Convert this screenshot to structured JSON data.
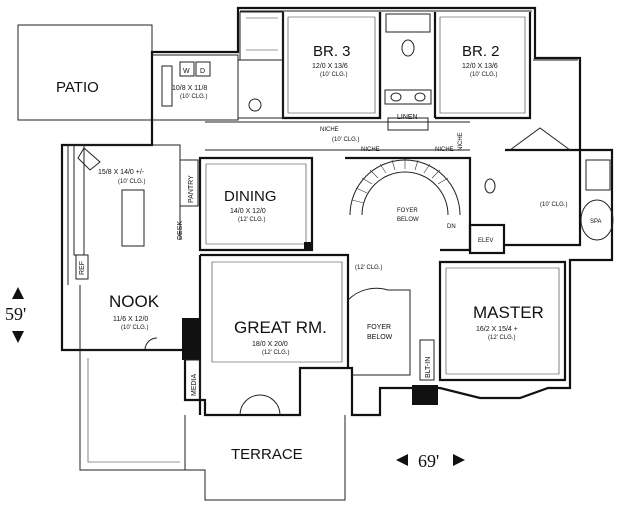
{
  "rooms": {
    "patio": {
      "label": "PATIO"
    },
    "laundry": {
      "w": "W",
      "d": "D",
      "dims": "10/8 X 11/8",
      "clg": "(10' CLG.)"
    },
    "br3": {
      "label": "BR. 3",
      "dims": "12/0 X 13/6",
      "clg": "(10' CLG.)"
    },
    "br2": {
      "label": "BR. 2",
      "dims": "12/0 X 13/6",
      "clg": "(10' CLG.)"
    },
    "linen": {
      "label": "LINEN"
    },
    "kitchen": {
      "dims": "15/8 X 14/0 +/-",
      "clg": "(10' CLG.)",
      "ref": "REF"
    },
    "pantry": {
      "label": "PANTRY"
    },
    "desk": {
      "label": "DESK"
    },
    "dining": {
      "label": "DINING",
      "dims": "14/0 X 12/0",
      "clg": "(12' CLG.)"
    },
    "foyer_below_top": {
      "label": "FOYER",
      "label2": "BELOW"
    },
    "master_bath": {
      "clg": "(10' CLG.)",
      "spa": "SPA"
    },
    "elev": {
      "label": "ELEV"
    },
    "dn": {
      "label": "DN"
    },
    "nook": {
      "label": "NOOK",
      "dims": "11/6 X 12/0",
      "clg": "(10' CLG.)"
    },
    "great_rm": {
      "label": "GREAT RM.",
      "dims": "18/0 X 20/0",
      "clg": "(12' CLG.)",
      "clg_top": "(12' CLG.)"
    },
    "foyer_below_mid": {
      "label": "FOYER",
      "label2": "BELOW"
    },
    "master": {
      "label": "MASTER",
      "dims": "16/2 X 15/4 +",
      "clg": "(12' CLG.)"
    },
    "blt_in": {
      "label": "BLT-IN"
    },
    "media": {
      "label": "MEDIA"
    },
    "terrace": {
      "label": "TERRACE"
    }
  },
  "niches": {
    "n1": "NICHE",
    "n1clg": "(10' CLG.)",
    "n2": "NICHE",
    "n3": "NICHE",
    "n4": "NICHE"
  },
  "overall": {
    "depth": "59'",
    "width": "69'"
  }
}
